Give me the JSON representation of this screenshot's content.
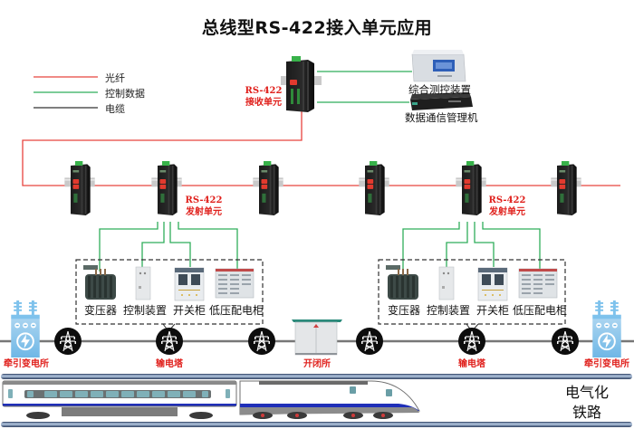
{
  "title": "总线型RS-422接入单元应用",
  "legend": [
    {
      "label": "光纤",
      "color": "#e8433f"
    },
    {
      "label": "控制数据",
      "color": "#2fae5a"
    },
    {
      "label": "电缆",
      "color": "#333333"
    }
  ],
  "receiver": {
    "label_line1": "RS-422",
    "label_line2": "接收单元"
  },
  "control_center": {
    "device1": "综合测控装置",
    "device2": "数据通信管理机"
  },
  "transmitters": [
    {
      "label_line1": "RS-422",
      "label_line2": "发射单元"
    },
    {
      "label_line1": "RS-422",
      "label_line2": "发射单元"
    }
  ],
  "substation_groups": [
    {
      "devices": [
        "变压器",
        "控制装置",
        "开关柜",
        "低压配电柜"
      ]
    },
    {
      "devices": [
        "变压器",
        "控制装置",
        "开关柜",
        "低压配电柜"
      ]
    }
  ],
  "power_line": {
    "left_substation": "牵引变电所",
    "right_substation": "牵引变电所",
    "switch_station": "开闭所",
    "tower_label_left": "输电塔",
    "tower_label_right": "输电塔"
  },
  "railway": {
    "line1": "电气化",
    "line2": "铁路"
  },
  "colors": {
    "fiber": "#e8433f",
    "control": "#2fae5a",
    "cable": "#777777",
    "label_red": "#e0201c"
  }
}
